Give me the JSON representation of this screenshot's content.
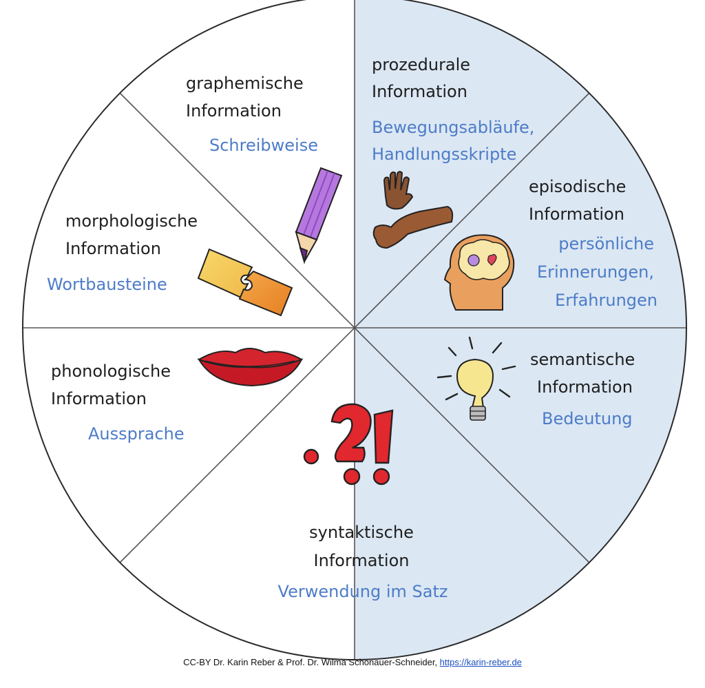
{
  "colors": {
    "right_half_fill": "#dbe7f3",
    "left_half_fill": "#ffffff",
    "outline": "#2a2a2a",
    "divider": "#555555",
    "title_text": "#1e1e1e",
    "subtitle_text": "#4d7cc8"
  },
  "segments": {
    "prozedural": {
      "title_1": "prozedurale",
      "title_2": "Information",
      "sub_1": "Bewegungsabläufe,",
      "sub_2": "Handlungsskripte",
      "icons": [
        "hand-icon",
        "leg-icon"
      ]
    },
    "episodisch": {
      "title_1": "episodische",
      "title_2": "Information",
      "sub_1": "persönliche",
      "sub_2": "Erinnerungen,",
      "sub_3": "Erfahrungen",
      "icons": [
        "head-brain-icon"
      ]
    },
    "semantisch": {
      "title_1": "semantische",
      "title_2": "Information",
      "sub_1": "Bedeutung",
      "icons": [
        "lightbulb-icon"
      ]
    },
    "syntaktisch": {
      "title_1": "syntaktische",
      "title_2": "Information",
      "sub_1": "Verwendung im Satz",
      "icons": [
        "punctuation-icon"
      ]
    },
    "phonologisch": {
      "title_1": "phonologische",
      "title_2": "Information",
      "sub_1": "Aussprache",
      "icons": [
        "lips-icon"
      ]
    },
    "morphologisch": {
      "title_1": "morphologische",
      "title_2": "Information",
      "sub_1": "Wortbausteine",
      "icons": [
        "puzzle-icon"
      ]
    },
    "graphemisch": {
      "title_1": "graphemische",
      "title_2": "Information",
      "sub_1": "Schreibweise",
      "icons": [
        "pencil-icon"
      ]
    }
  },
  "credit": {
    "text": "CC-BY Dr. Karin Reber & Prof. Dr. Wilma Schönauer-Schneider, ",
    "link": "https://karin-reber.de"
  }
}
